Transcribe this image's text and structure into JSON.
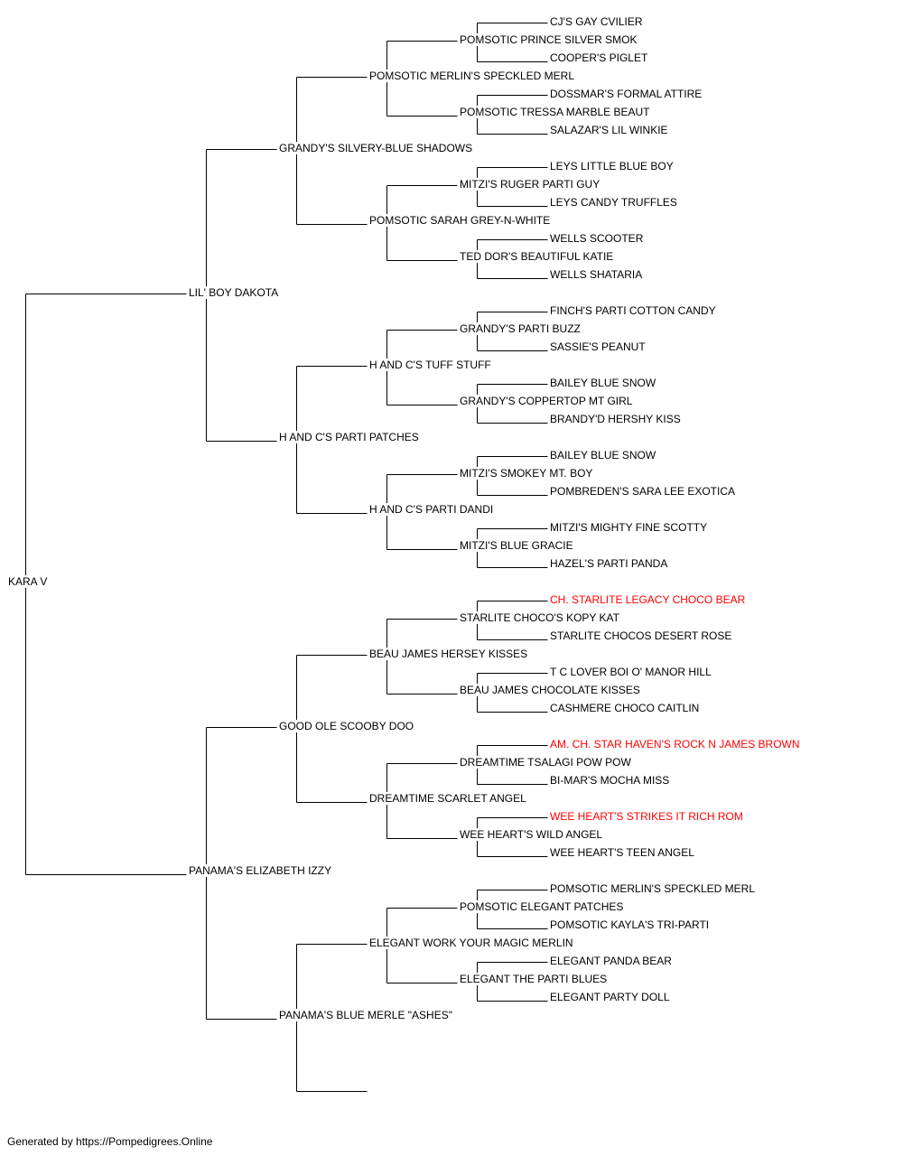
{
  "pedigree": {
    "name": "KARA V",
    "sire": {
      "name": "LIL' BOY DAKOTA",
      "sire": {
        "name": "GRANDY'S SILVERY-BLUE SHADOWS",
        "sire": {
          "name": "POMSOTIC MERLIN'S SPECKLED MERL",
          "sire": {
            "name": "POMSOTIC PRINCE SILVER SMOK",
            "sire": {
              "name": "CJ'S GAY CVILIER"
            },
            "dam": {
              "name": "COOPER'S PIGLET"
            }
          },
          "dam": {
            "name": "POMSOTIC TRESSA MARBLE BEAUT",
            "sire": {
              "name": "DOSSMAR'S FORMAL ATTIRE"
            },
            "dam": {
              "name": "SALAZAR'S LIL WINKIE"
            }
          }
        },
        "dam": {
          "name": "POMSOTIC SARAH GREY-N-WHITE",
          "sire": {
            "name": "MITZI'S RUGER PARTI GUY",
            "sire": {
              "name": "LEYS LITTLE BLUE BOY"
            },
            "dam": {
              "name": "LEYS CANDY TRUFFLES"
            }
          },
          "dam": {
            "name": "TED DOR'S BEAUTIFUL KATIE",
            "sire": {
              "name": "WELLS SCOOTER"
            },
            "dam": {
              "name": "WELLS SHATARIA"
            }
          }
        }
      },
      "dam": {
        "name": "H AND C'S PARTI PATCHES",
        "sire": {
          "name": "H AND C'S TUFF STUFF",
          "sire": {
            "name": "GRANDY'S PARTI BUZZ",
            "sire": {
              "name": "FINCH'S PARTI COTTON CANDY"
            },
            "dam": {
              "name": "SASSIE'S PEANUT"
            }
          },
          "dam": {
            "name": "GRANDY'S COPPERTOP MT GIRL",
            "sire": {
              "name": "BAILEY BLUE SNOW"
            },
            "dam": {
              "name": "BRANDY'D HERSHY KISS"
            }
          }
        },
        "dam": {
          "name": "H AND C'S PARTI DANDI",
          "sire": {
            "name": "MITZI'S SMOKEY MT. BOY",
            "sire": {
              "name": "BAILEY BLUE SNOW"
            },
            "dam": {
              "name": "POMBREDEN'S SARA LEE EXOTICA"
            }
          },
          "dam": {
            "name": "MITZI'S BLUE GRACIE",
            "sire": {
              "name": "MITZI'S MIGHTY FINE SCOTTY"
            },
            "dam": {
              "name": "HAZEL'S PARTI PANDA"
            }
          }
        }
      }
    },
    "dam": {
      "name": "PANAMA'S ELIZABETH IZZY",
      "sire": {
        "name": "GOOD OLE SCOOBY DOO",
        "sire": {
          "name": "BEAU JAMES HERSEY KISSES",
          "sire": {
            "name": "STARLITE CHOCO'S KOPY KAT",
            "sire": {
              "name": "CH. STARLITE LEGACY CHOCO BEAR",
              "highlight": true
            },
            "dam": {
              "name": "STARLITE CHOCOS DESERT ROSE"
            }
          },
          "dam": {
            "name": "BEAU JAMES CHOCOLATE KISSES",
            "sire": {
              "name": "T C LOVER BOI O' MANOR HILL"
            },
            "dam": {
              "name": "CASHMERE CHOCO CAITLIN"
            }
          }
        },
        "dam": {
          "name": "DREAMTIME SCARLET ANGEL",
          "sire": {
            "name": "DREAMTIME TSALAGI POW POW",
            "sire": {
              "name": "AM. CH. STAR HAVEN'S ROCK N JAMES BROWN",
              "highlight": true
            },
            "dam": {
              "name": "BI-MAR'S MOCHA MISS"
            }
          },
          "dam": {
            "name": "WEE HEART'S WILD ANGEL",
            "sire": {
              "name": "WEE HEART'S STRIKES IT RICH ROM",
              "highlight": true
            },
            "dam": {
              "name": "WEE HEART'S TEEN ANGEL"
            }
          }
        }
      },
      "dam": {
        "name": "PANAMA'S BLUE MERLE \"ASHES\"",
        "sire": {
          "name": "ELEGANT WORK YOUR MAGIC MERLIN",
          "sire": {
            "name": "POMSOTIC ELEGANT PATCHES",
            "sire": {
              "name": "POMSOTIC MERLIN'S SPECKLED MERL"
            },
            "dam": {
              "name": "POMSOTIC KAYLA'S TRI-PARTI"
            }
          },
          "dam": {
            "name": "ELEGANT THE PARTI BLUES",
            "sire": {
              "name": "ELEGANT PANDA BEAR"
            },
            "dam": {
              "name": "ELEGANT PARTY DOLL"
            }
          }
        }
      }
    }
  },
  "colors": {
    "text": "#000000",
    "highlight": "#ff0000",
    "line": "#000000"
  },
  "footer": "Generated by https://Pompedigrees.Online"
}
